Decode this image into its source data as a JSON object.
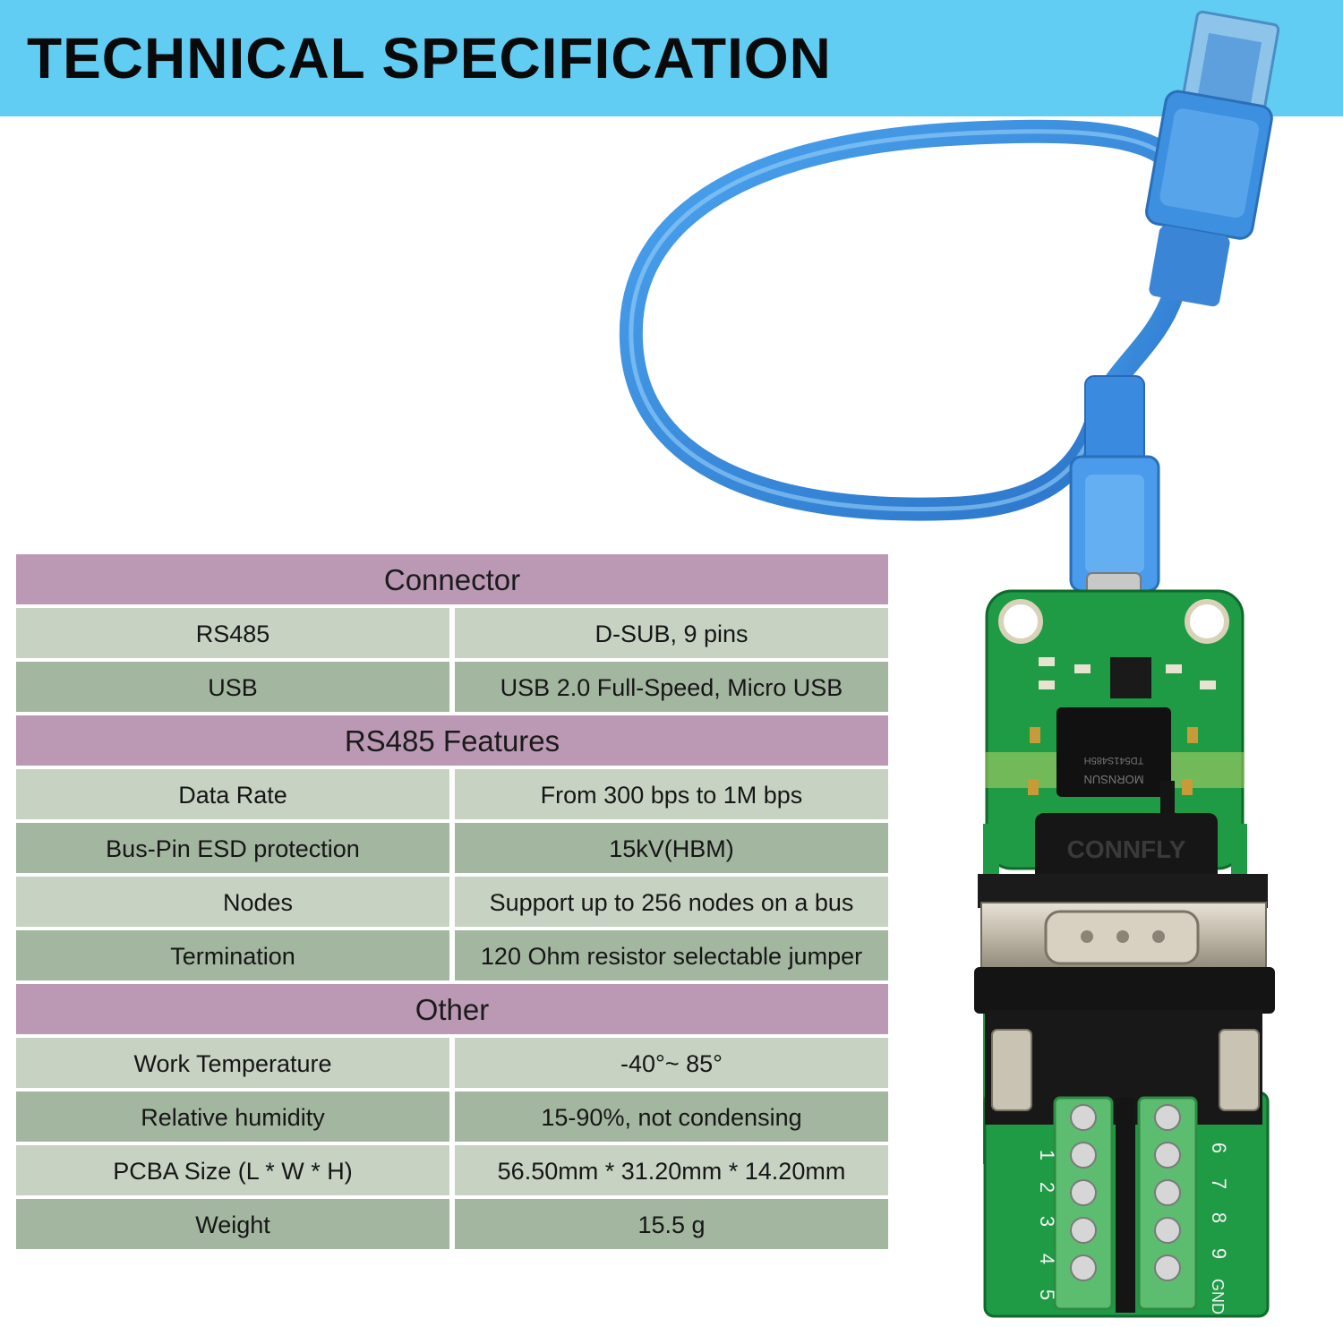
{
  "header": {
    "title": "TECHNICAL SPECIFICATION"
  },
  "spec_table": {
    "connector": {
      "title": "Connector",
      "rows": [
        {
          "label": "RS485",
          "value": "D-SUB, 9 pins"
        },
        {
          "label": "USB",
          "value": "USB 2.0 Full-Speed, Micro USB"
        }
      ]
    },
    "rs485_features": {
      "title": "RS485 Features",
      "rows": [
        {
          "label": "Data Rate",
          "value": "From 300 bps to 1M bps"
        },
        {
          "label": "Bus-Pin ESD protection",
          "value": "15kV(HBM)"
        },
        {
          "label": "Nodes",
          "value": "Support up to 256 nodes on a bus"
        },
        {
          "label": "Termination",
          "value": "120 Ohm resistor selectable jumper"
        }
      ]
    },
    "other": {
      "title": "Other",
      "rows": [
        {
          "label": "Work Temperature",
          "value": "-40°~ 85°"
        },
        {
          "label": "Relative humidity",
          "value": "15-90%, not condensing"
        },
        {
          "label": "PCBA Size (L * W * H)",
          "value": "56.50mm * 31.20mm * 14.20mm"
        },
        {
          "label": "Weight",
          "value": "15.5 g"
        }
      ]
    }
  },
  "product_image": {
    "board_brand": "CONNFLY",
    "module_brand": "MORNSUN",
    "module_part": "TD541S485H",
    "terminal_left": [
      "1",
      "2",
      "3",
      "4",
      "5"
    ],
    "terminal_right": [
      "6",
      "7",
      "8",
      "9",
      "GND"
    ],
    "colors": {
      "cable": "#3a8fe0",
      "pcb": "#1f9a45",
      "terminal": "#5cbd70",
      "dsub": "#1b1b1b"
    }
  }
}
